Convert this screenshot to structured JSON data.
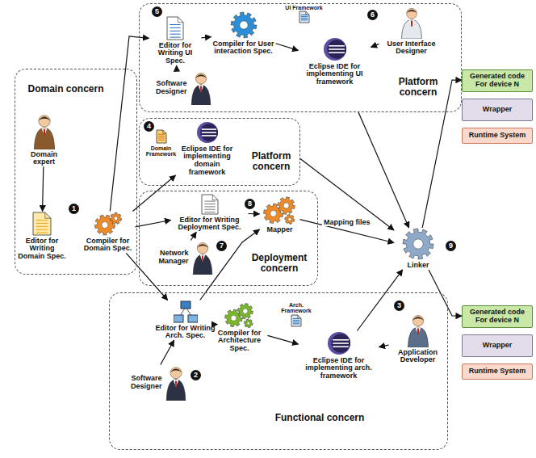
{
  "diagram": {
    "nodes": [
      {
        "text": [
          "Domain concern"
        ]
      },
      {
        "text": [
          "Domain expert"
        ],
        "in": 0
      },
      {
        "text": [
          "Editor for Writing Domain Spec."
        ],
        "in": 0
      },
      {
        "text": [
          "Compiler for Domain Spec."
        ],
        "in": 0
      },
      {
        "text": [
          "Platform concern"
        ]
      },
      {
        "text": [
          "Editor for Writing UI Spec."
        ],
        "in": 4
      },
      {
        "text": [
          "Software Designer"
        ],
        "in": 4
      },
      {
        "text": [
          "Compiler for User interaction Spec."
        ],
        "in": 4
      },
      {
        "text": [
          "Eclipse IDE for implementing UI framework"
        ],
        "in": 4
      },
      {
        "text": [
          "UI Framework"
        ],
        "in": 4
      },
      {
        "text": [
          "User Interface Designer"
        ],
        "in": 4
      },
      {
        "text": [
          "Platform concern"
        ]
      },
      {
        "text": [
          "Domain Framework"
        ],
        "in": 11
      },
      {
        "text": [
          "Eclipse IDE for implementing domain framework"
        ],
        "in": 11
      },
      {
        "text": [
          "Deployment concern"
        ]
      },
      {
        "text": [
          "Editor for Writing Deployment Spec."
        ],
        "in": 14
      },
      {
        "text": [
          "Network Manager"
        ],
        "in": 14
      },
      {
        "text": [
          "Mapper"
        ],
        "in": 14
      },
      {
        "text": [
          "Functional concern"
        ]
      },
      {
        "text": [
          "Editor for Writing Arch. Spec."
        ],
        "in": 18
      },
      {
        "text": [
          "Software Designer"
        ],
        "in": 18
      },
      {
        "text": [
          "Compiler for Architecture Spec."
        ],
        "in": 18
      },
      {
        "text": [
          "Arch. Framework"
        ],
        "in": 18
      },
      {
        "text": [
          "Eclipse IDE for implementing arch. framework"
        ],
        "in": 18
      },
      {
        "text": [
          "Application Developer"
        ],
        "in": 18
      },
      {
        "text": [
          "Linker"
        ]
      },
      {
        "text": [
          "Generated code For device N"
        ]
      },
      {
        "text": [
          "Wrapper"
        ]
      },
      {
        "text": [
          "Runtime System"
        ]
      },
      {
        "text": [
          "Generated code For device N"
        ]
      },
      {
        "text": [
          "Wrapper"
        ]
      },
      {
        "text": [
          "Runtime System"
        ]
      }
    ],
    "edges": [
      {
        "from": 1,
        "to": 2,
        "arrow": "to"
      },
      {
        "from": 3,
        "to": 5,
        "arrow": "to"
      },
      {
        "from": 3,
        "to": 13,
        "arrow": "to"
      },
      {
        "from": 3,
        "to": 15,
        "arrow": "to"
      },
      {
        "from": 3,
        "to": 19,
        "arrow": "to"
      },
      {
        "from": 6,
        "to": 5,
        "arrow": "to"
      },
      {
        "from": 5,
        "to": 7,
        "arrow": "to"
      },
      {
        "from": 7,
        "to": 8,
        "arrow": "to"
      },
      {
        "from": 10,
        "to": 8,
        "arrow": "to"
      },
      {
        "from": 16,
        "to": 15,
        "arrow": "to"
      },
      {
        "from": 15,
        "to": 17,
        "arrow": "to"
      },
      {
        "from": 19,
        "to": 17,
        "arrow": "to"
      },
      {
        "from": 20,
        "to": 19,
        "arrow": "to"
      },
      {
        "from": 19,
        "to": 21,
        "arrow": "to"
      },
      {
        "from": 21,
        "to": 23,
        "arrow": "to"
      },
      {
        "from": 24,
        "to": 23,
        "arrow": "to"
      },
      {
        "from": 17,
        "to": 25,
        "label": "Mapping files",
        "arrow": "to"
      },
      {
        "from": 4,
        "to": 25,
        "arrow": "to"
      },
      {
        "from": 11,
        "to": 25,
        "arrow": "to"
      },
      {
        "from": 23,
        "to": 25,
        "arrow": "to"
      },
      {
        "from": 25,
        "to": 26,
        "arrow": "to"
      },
      {
        "from": 25,
        "to": 29,
        "arrow": "to"
      }
    ],
    "labels": [
      "1",
      "2",
      "3",
      "4",
      "5",
      "6",
      "7",
      "8",
      "9"
    ]
  }
}
